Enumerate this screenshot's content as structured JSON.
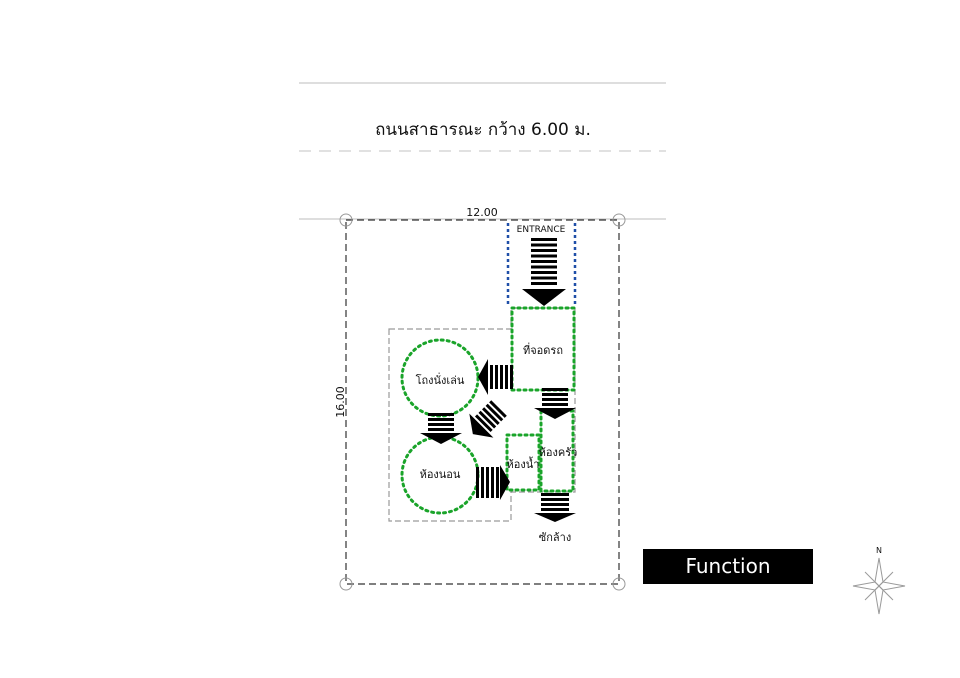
{
  "road_label": "ถนนสาธารณะ กว้าง 6.00 ม.",
  "dim_width": "12.00",
  "dim_depth": "16.00",
  "entrance_label": "ENTRANCE",
  "rooms": {
    "living": "โถงนั่งเล่น",
    "bedroom": "ห้องนอน",
    "parking": "ที่จอดรถ",
    "bathroom": "ห้องน้ำ",
    "kitchen": "ห้องครัว",
    "laundry": "ซักล้าง"
  },
  "diagram_title": "Function diagram",
  "north_label": "N",
  "colors": {
    "zone_green": "#1aa42a",
    "entrance_blue": "#1f4fa8",
    "boundary": "#333333",
    "building_outline": "#9a9a9a",
    "arrow": "#000000"
  },
  "icons": [
    "north-arrow-icon",
    "arrow-icon"
  ]
}
